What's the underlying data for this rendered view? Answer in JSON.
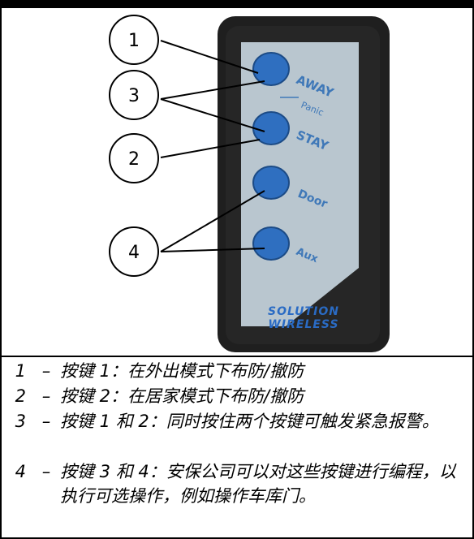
{
  "figure": {
    "device": {
      "buttons": [
        {
          "label": "AWAY"
        },
        {
          "label": "Panic"
        },
        {
          "label": "STAY"
        },
        {
          "label": "Door"
        },
        {
          "label": "Aux"
        }
      ],
      "brand_line1": "SOLUTION",
      "brand_line2": "WIRELESS"
    },
    "callouts": [
      "1",
      "3",
      "2",
      "4"
    ]
  },
  "legend": [
    {
      "num": "1",
      "dash": "–",
      "text": "按键 1：在外出模式下布防/撤防"
    },
    {
      "num": "2",
      "dash": "–",
      "text": "按键 2：在居家模式下布防/撤防"
    },
    {
      "num": "3",
      "dash": "–",
      "text": "按键 1 和 2：同时按住两个按键可触发紧急报警。"
    },
    {
      "num": "4",
      "dash": "–",
      "text": "按键 3 和 4：安保公司可以对这些按键进行编程，以执行可选操作，例如操作车库门。"
    }
  ],
  "colors": {
    "device_body": "#1f1f1f",
    "panel": "#b9c6cf",
    "button": "#2f6fc0",
    "label": "#3f78b8"
  }
}
